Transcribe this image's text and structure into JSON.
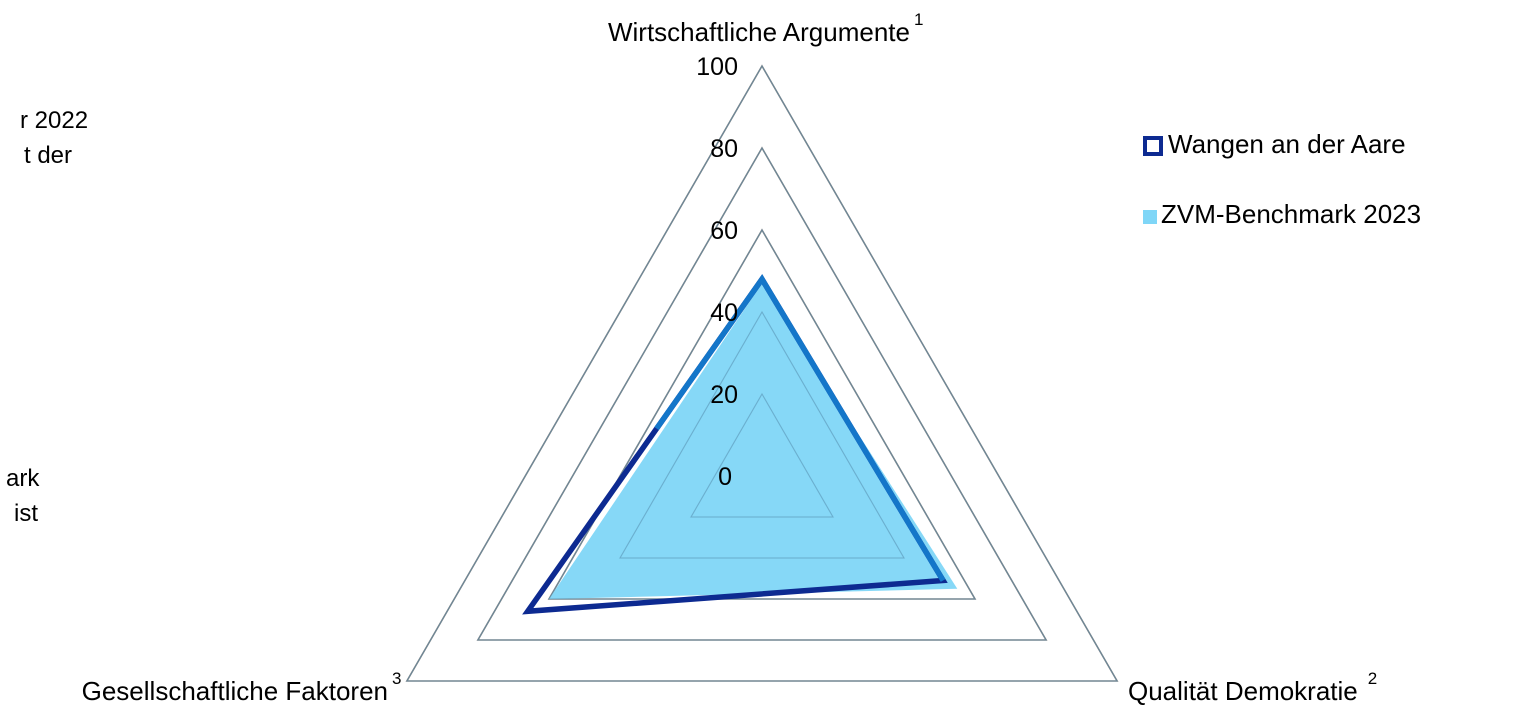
{
  "side_text": {
    "top_lines": [
      "r 2022",
      "t der"
    ],
    "bottom_lines": [
      "ark",
      "ist"
    ]
  },
  "chart_data": {
    "type": "radar",
    "axes": [
      {
        "label": "Wirtschaftliche Argumente",
        "note": "1"
      },
      {
        "label": "Qualität Demokratie",
        "note": "2"
      },
      {
        "label": "Gesellschaftliche Faktoren",
        "note": "3"
      }
    ],
    "rlim": [
      0,
      100
    ],
    "ticks": [
      "0",
      "20",
      "40",
      "60",
      "80",
      "100"
    ],
    "grid": true,
    "legend_position": "right",
    "series": [
      {
        "name": "Wangen an der Aare",
        "values": [
          48,
          51,
          66
        ],
        "style": "outline",
        "color": "#0d2a91"
      },
      {
        "name": "ZVM-Benchmark 2023",
        "values": [
          47,
          55,
          60
        ],
        "style": "filled",
        "color": "#7fd6f7"
      }
    ]
  }
}
